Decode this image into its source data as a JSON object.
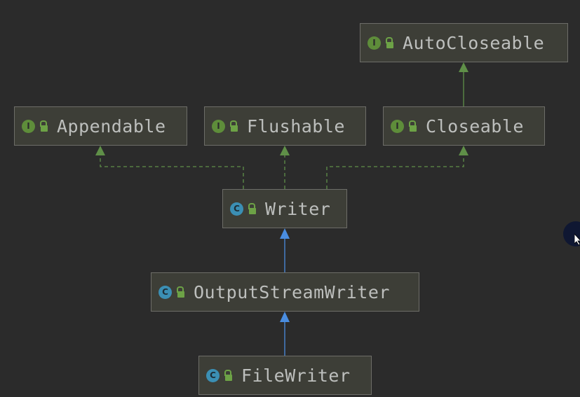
{
  "diagram": {
    "nodes": [
      {
        "id": "autocloseable",
        "kind": "I",
        "kind_type": "interface",
        "label": "AutoCloseable"
      },
      {
        "id": "appendable",
        "kind": "I",
        "kind_type": "interface",
        "label": "Appendable"
      },
      {
        "id": "flushable",
        "kind": "I",
        "kind_type": "interface",
        "label": "Flushable"
      },
      {
        "id": "closeable",
        "kind": "I",
        "kind_type": "interface",
        "label": "Closeable"
      },
      {
        "id": "writer",
        "kind": "C",
        "kind_type": "class",
        "label": "Writer"
      },
      {
        "id": "outputstreamwriter",
        "kind": "C",
        "kind_type": "class",
        "label": "OutputStreamWriter"
      },
      {
        "id": "filewriter",
        "kind": "C",
        "kind_type": "class",
        "label": "FileWriter"
      }
    ],
    "edges": [
      {
        "from": "closeable",
        "to": "autocloseable",
        "relation": "extends"
      },
      {
        "from": "writer",
        "to": "appendable",
        "relation": "implements"
      },
      {
        "from": "writer",
        "to": "flushable",
        "relation": "implements"
      },
      {
        "from": "writer",
        "to": "closeable",
        "relation": "implements"
      },
      {
        "from": "outputstreamwriter",
        "to": "writer",
        "relation": "extends"
      },
      {
        "from": "filewriter",
        "to": "outputstreamwriter",
        "relation": "extends"
      }
    ]
  },
  "colors": {
    "background": "#2b2b2b",
    "node_fill": "#3d3e37",
    "node_border": "#6d6d68",
    "text": "#bdbfbd",
    "interface_badge": "#5e8d3a",
    "class_badge": "#3b8fb4",
    "implements_edge": "#5f8f48",
    "extends_class_edge": "#4a8de0",
    "extends_interface_edge": "#5f8f48"
  },
  "icons": {
    "lock": "unlocked-padlock-icon",
    "cursor": "mouse-pointer-icon"
  }
}
